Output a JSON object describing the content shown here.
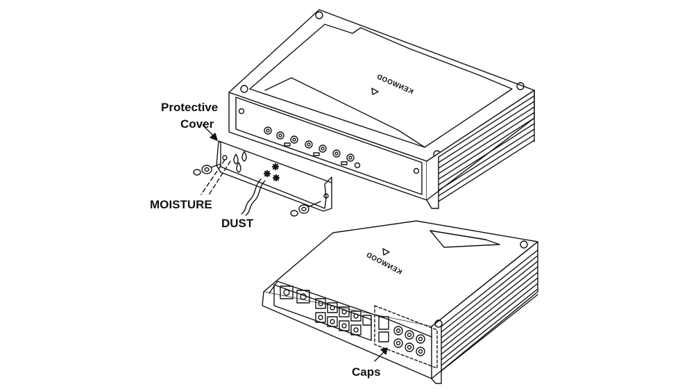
{
  "labels": {
    "protective_cover_line1": "Protective",
    "protective_cover_line2": "Cover",
    "moisture": "MOISTURE",
    "dust": "DUST",
    "caps": "Caps"
  },
  "brand": {
    "top_unit_mirrored": "KENWOOD",
    "bottom_unit": "KENWOOD"
  },
  "colors": {
    "line": "#111111",
    "background": "#ffffff"
  },
  "icons": [
    "droplet-icon",
    "dust-particle-icon",
    "dust-trail-icon",
    "screw-icon",
    "arrow-icon"
  ]
}
